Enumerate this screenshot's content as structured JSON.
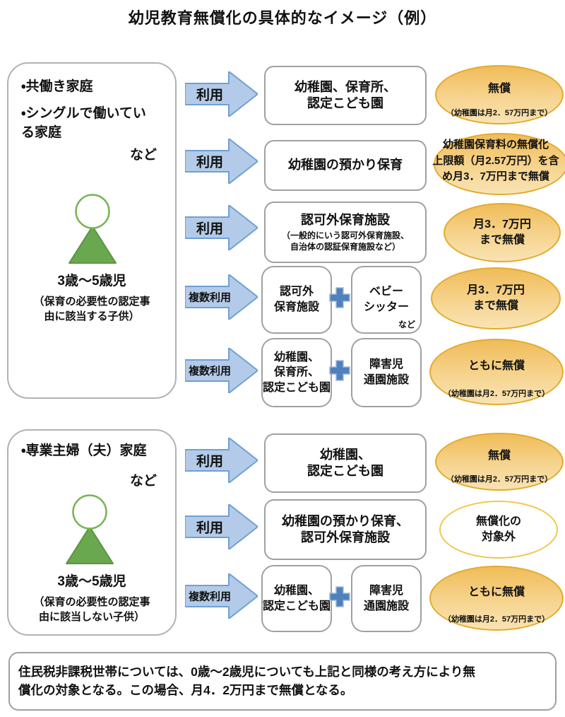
{
  "title": "幼児教育無償化の具体的なイメージ（例）",
  "section1": {
    "family": {
      "line1": "・共働き家庭",
      "line2": "・シングルで働いてい\nる家庭",
      "etc": "など",
      "age": "3歳～5歳児",
      "note": "（保育の必要性の認定事\n由に該当する子供）"
    },
    "rows": [
      {
        "arrow": "利用",
        "box": "幼稚園、保育所、\n認定こども園",
        "result": "無償",
        "result_sub": "（幼稚園は月2．57万円まで）"
      },
      {
        "arrow": "利用",
        "box": "幼稚園の預かり保育",
        "result": "幼稚園保育料の無償化\n上限額（月2.57万円）を含\nめ月3．7万円まで無償"
      },
      {
        "arrow": "利用",
        "box": "認可外保育施設",
        "box_sub": "（一般的にいう認可外保育施設、\n自治体の認証保育施設など）",
        "result": "月3．7万円\nまで無償"
      },
      {
        "arrow": "複数利用",
        "box1": "認可外\n保育施設",
        "box2": "ベビー\nシッター",
        "box2_etc": "など",
        "result": "月3．7万円\nまで無償"
      },
      {
        "arrow": "複数利用",
        "box1": "幼稚園、\n保育所、\n認定こども園",
        "box2": "障害児\n通園施設",
        "result": "ともに無償",
        "result_sub": "（幼稚園は月2．57万円まで）"
      }
    ]
  },
  "section2": {
    "family": {
      "line1": "・専業主婦（夫）家庭",
      "etc": "など",
      "age": "3歳～5歳児",
      "note": "（保育の必要性の認定事\n由に該当しない子供）"
    },
    "rows": [
      {
        "arrow": "利用",
        "box": "幼稚園、\n認定こども園",
        "result": "無償",
        "result_sub": "（幼稚園は月2．57万円まで）"
      },
      {
        "arrow": "利用",
        "box": "幼稚園の預かり保育、\n認可外保育施設",
        "result": "無償化の\n対象外"
      },
      {
        "arrow": "複数利用",
        "box1": "幼稚園、\n認定こども園",
        "box2": "障害児\n通園施設",
        "result": "ともに無償",
        "result_sub": "（幼稚園は月2．57万円まで）"
      }
    ]
  },
  "footer": "住民税非課税世帯については、0歳～2歳児についても上記と同様の考え方により無\n償化の対象となる。この場合、月4．2万円まで無償となる。",
  "colors": {
    "arrow_fill": "#b3cbe8",
    "arrow_border": "#6fa0d4",
    "plus_fill": "#4f81bd",
    "plus_border": "#9db8d9",
    "ellipse_fill_top": "#f0bc58",
    "ellipse_fill_mid": "#f6d48f",
    "ellipse_fill_bottom": "#f9e3b4",
    "ellipse_border": "#e3ab2c",
    "exempt_ellipse_border": "#eec84f",
    "person_green": "#6aa84f",
    "person_green_dark": "#5e9444",
    "person_green_outline": "#76b554"
  }
}
